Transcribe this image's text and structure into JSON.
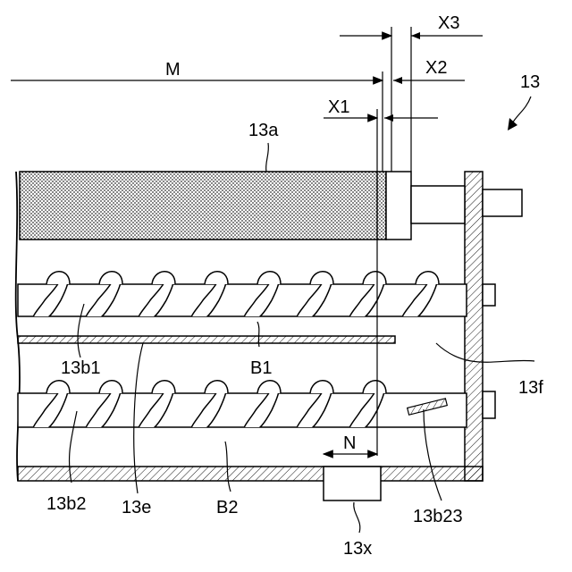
{
  "figure": {
    "labels": {
      "assembly": "13",
      "dim_m": "M",
      "dim_x1": "X1",
      "dim_x2": "X2",
      "dim_x3": "X3",
      "roller": "13a",
      "screw_upper": "13b1",
      "screw_lower": "13b2",
      "partition": "13e",
      "frame": "13f",
      "region_b1": "B1",
      "region_b2": "B2",
      "dim_n": "N",
      "port": "13x",
      "blade": "13b23"
    }
  }
}
